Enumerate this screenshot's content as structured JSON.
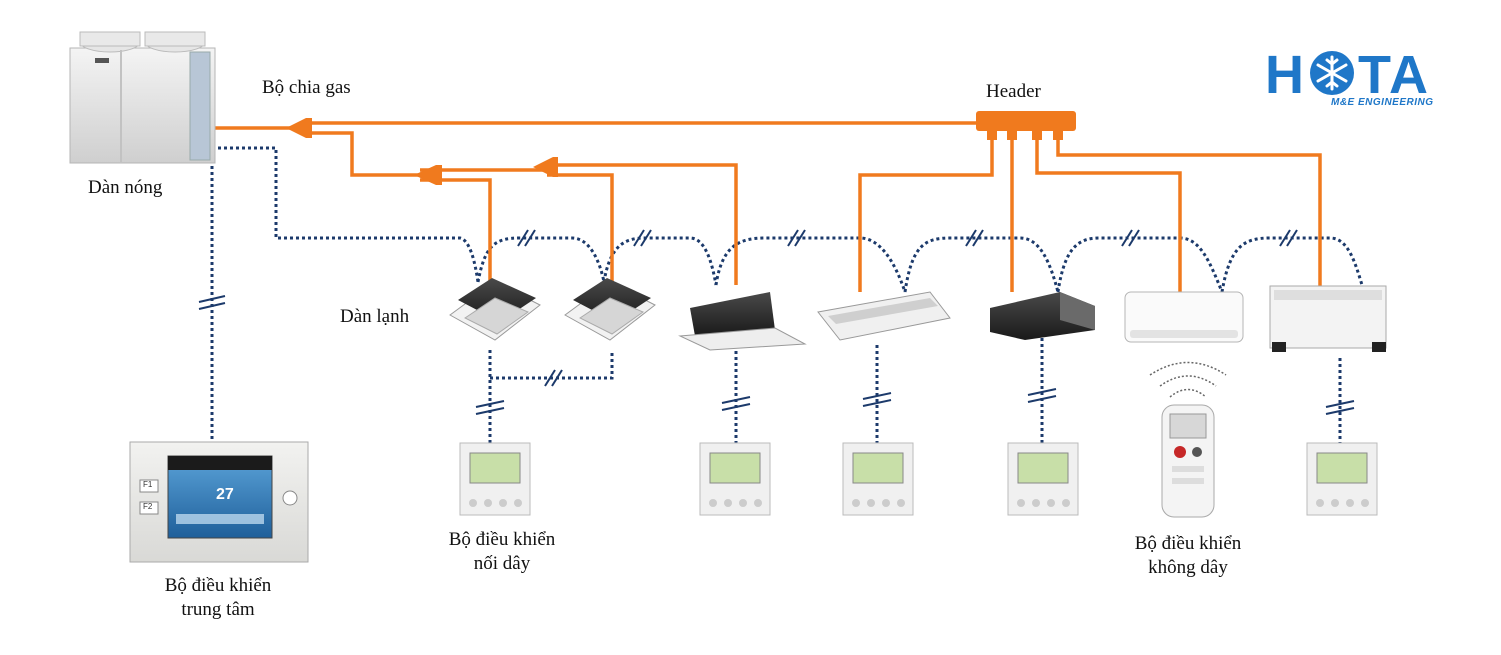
{
  "labels": {
    "outdoor_unit": "Dàn nóng",
    "gas_splitter": "Bộ chia gas",
    "header": "Header",
    "indoor_units": "Dàn lạnh",
    "central_controller_line1": "Bộ điều khiển",
    "central_controller_line2": "trung tâm",
    "wired_controller_line1": "Bộ điều khiển",
    "wired_controller_line2": "nối dây",
    "wireless_controller_line1": "Bộ điều khiển",
    "wireless_controller_line2": "không dây"
  },
  "logo": {
    "brand_left": "H",
    "brand_right": "TA",
    "tagline": "M&E ENGINEERING"
  },
  "central_panel": {
    "temperature": "27",
    "key1": "F1",
    "key2": "F2"
  },
  "colors": {
    "pipe": "#f07a1e",
    "signal": "#1c3a6b",
    "logo": "#1f77c8"
  }
}
